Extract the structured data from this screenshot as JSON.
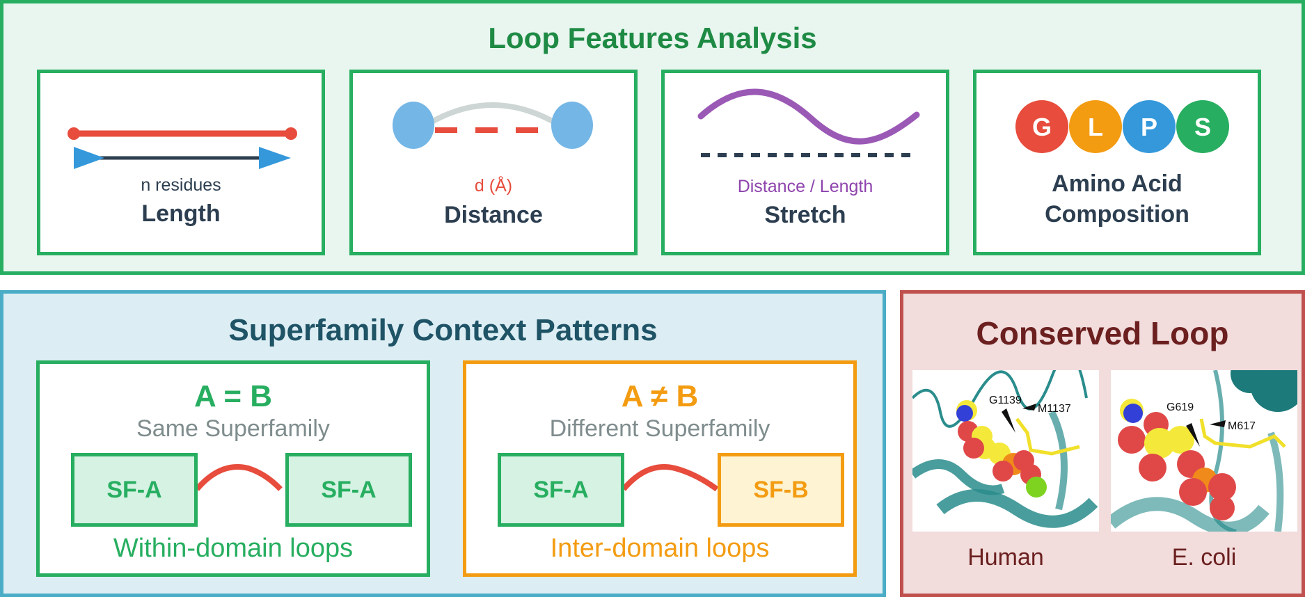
{
  "top_panel": {
    "title": "Loop Features Analysis",
    "cards": [
      {
        "label": "Length",
        "sublabel": "n residues",
        "icon": "length-bar-icon"
      },
      {
        "label": "Distance",
        "sublabel": "d (Å)",
        "icon": "endpoint-distance-icon"
      },
      {
        "label": "Stretch",
        "sublabel": "Distance / Length",
        "icon": "wave-stretch-icon"
      },
      {
        "label_line1": "Amino Acid",
        "label_line2": "Composition",
        "letters": [
          "G",
          "L",
          "P",
          "S"
        ],
        "letter_colors": [
          "#e74c3c",
          "#f39c12",
          "#3498db",
          "#27ae60"
        ]
      }
    ]
  },
  "superfamily_panel": {
    "title": "Superfamily Context Patterns",
    "same": {
      "relation": "A = B",
      "description": "Same Superfamily",
      "left_box": "SF-A",
      "right_box": "SF-A",
      "footer": "Within-domain loops"
    },
    "different": {
      "relation": "A ≠ B",
      "description": "Different Superfamily",
      "left_box": "SF-A",
      "right_box": "SF-B",
      "footer": "Inter-domain loops"
    }
  },
  "conserved_panel": {
    "title": "Conserved Loop",
    "structures": [
      {
        "caption": "Human",
        "label_a": "G1139",
        "label_b": "M1137"
      },
      {
        "caption": "E. coli",
        "label_a": "G619",
        "label_b": "M617"
      }
    ]
  },
  "colors": {
    "green": "#27ae60",
    "blue": "#4bacc6",
    "red_border": "#c0504d",
    "orange": "#f39c12",
    "loop_red": "#e74c3c",
    "purple": "#9b59b6",
    "dark": "#2c3e50"
  }
}
